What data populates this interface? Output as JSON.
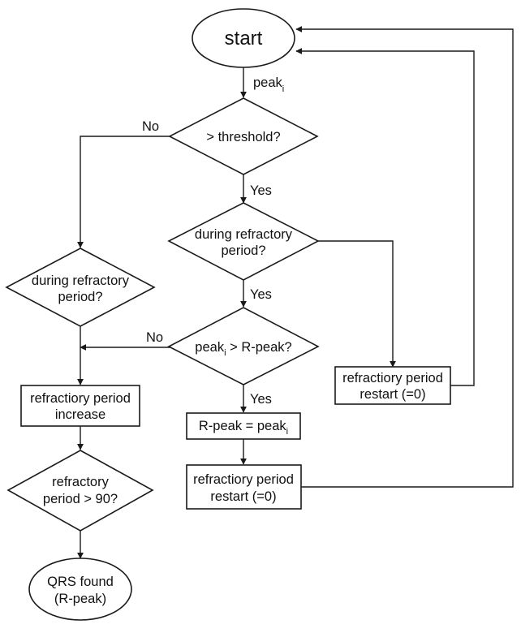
{
  "nodes": {
    "start": "start",
    "threshold": "> threshold?",
    "refractory_check_center_l1": "during refractory",
    "refractory_check_center_l2": "period?",
    "refractory_check_left_l1": "during refractory",
    "refractory_check_left_l2": "period?",
    "peak_compare_a": "peak",
    "peak_compare_sub": "i",
    "peak_compare_b": " > R-peak?",
    "increase_l1": "refractiory period",
    "increase_l2": "increase",
    "gt90_l1": "refractory",
    "gt90_l2": "period > 90?",
    "qrs_l1": "QRS found",
    "qrs_l2": "(R-peak)",
    "assign_a": "R-peak = peak",
    "assign_sub": "i",
    "restart_right_l1": "refractiory period",
    "restart_right_l2": "restart (=0)",
    "restart_center_l1": "refractiory period",
    "restart_center_l2": "restart (=0)"
  },
  "edge_labels": {
    "input_peak": "peak",
    "input_peak_sub": "i",
    "no_threshold": "No",
    "yes_threshold": "Yes",
    "yes_refractory": "Yes",
    "no_peak": "No",
    "yes_peak": "Yes"
  }
}
